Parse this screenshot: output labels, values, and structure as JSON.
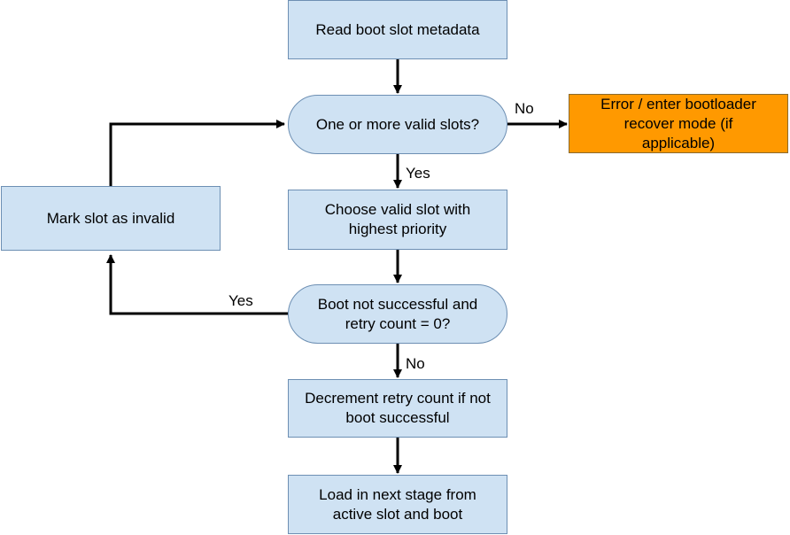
{
  "nodes": {
    "read_metadata": "Read boot slot metadata",
    "valid_slots": "One or more valid slots?",
    "error_bootloader": "Error / enter bootloader recover mode (if applicable)",
    "mark_invalid": "Mark slot as invalid",
    "choose_slot": "Choose valid slot with highest priority",
    "boot_check": "Boot not successful and retry count = 0?",
    "decrement_retry": "Decrement retry count if not boot successful",
    "load_next": "Load in next stage from active slot and boot"
  },
  "edges": {
    "valid_no": "No",
    "valid_yes": "Yes",
    "boot_yes": "Yes",
    "boot_no": "No"
  },
  "colors": {
    "node_fill": "#cfe2f3",
    "error_fill": "#ff9900",
    "line": "#000000"
  }
}
